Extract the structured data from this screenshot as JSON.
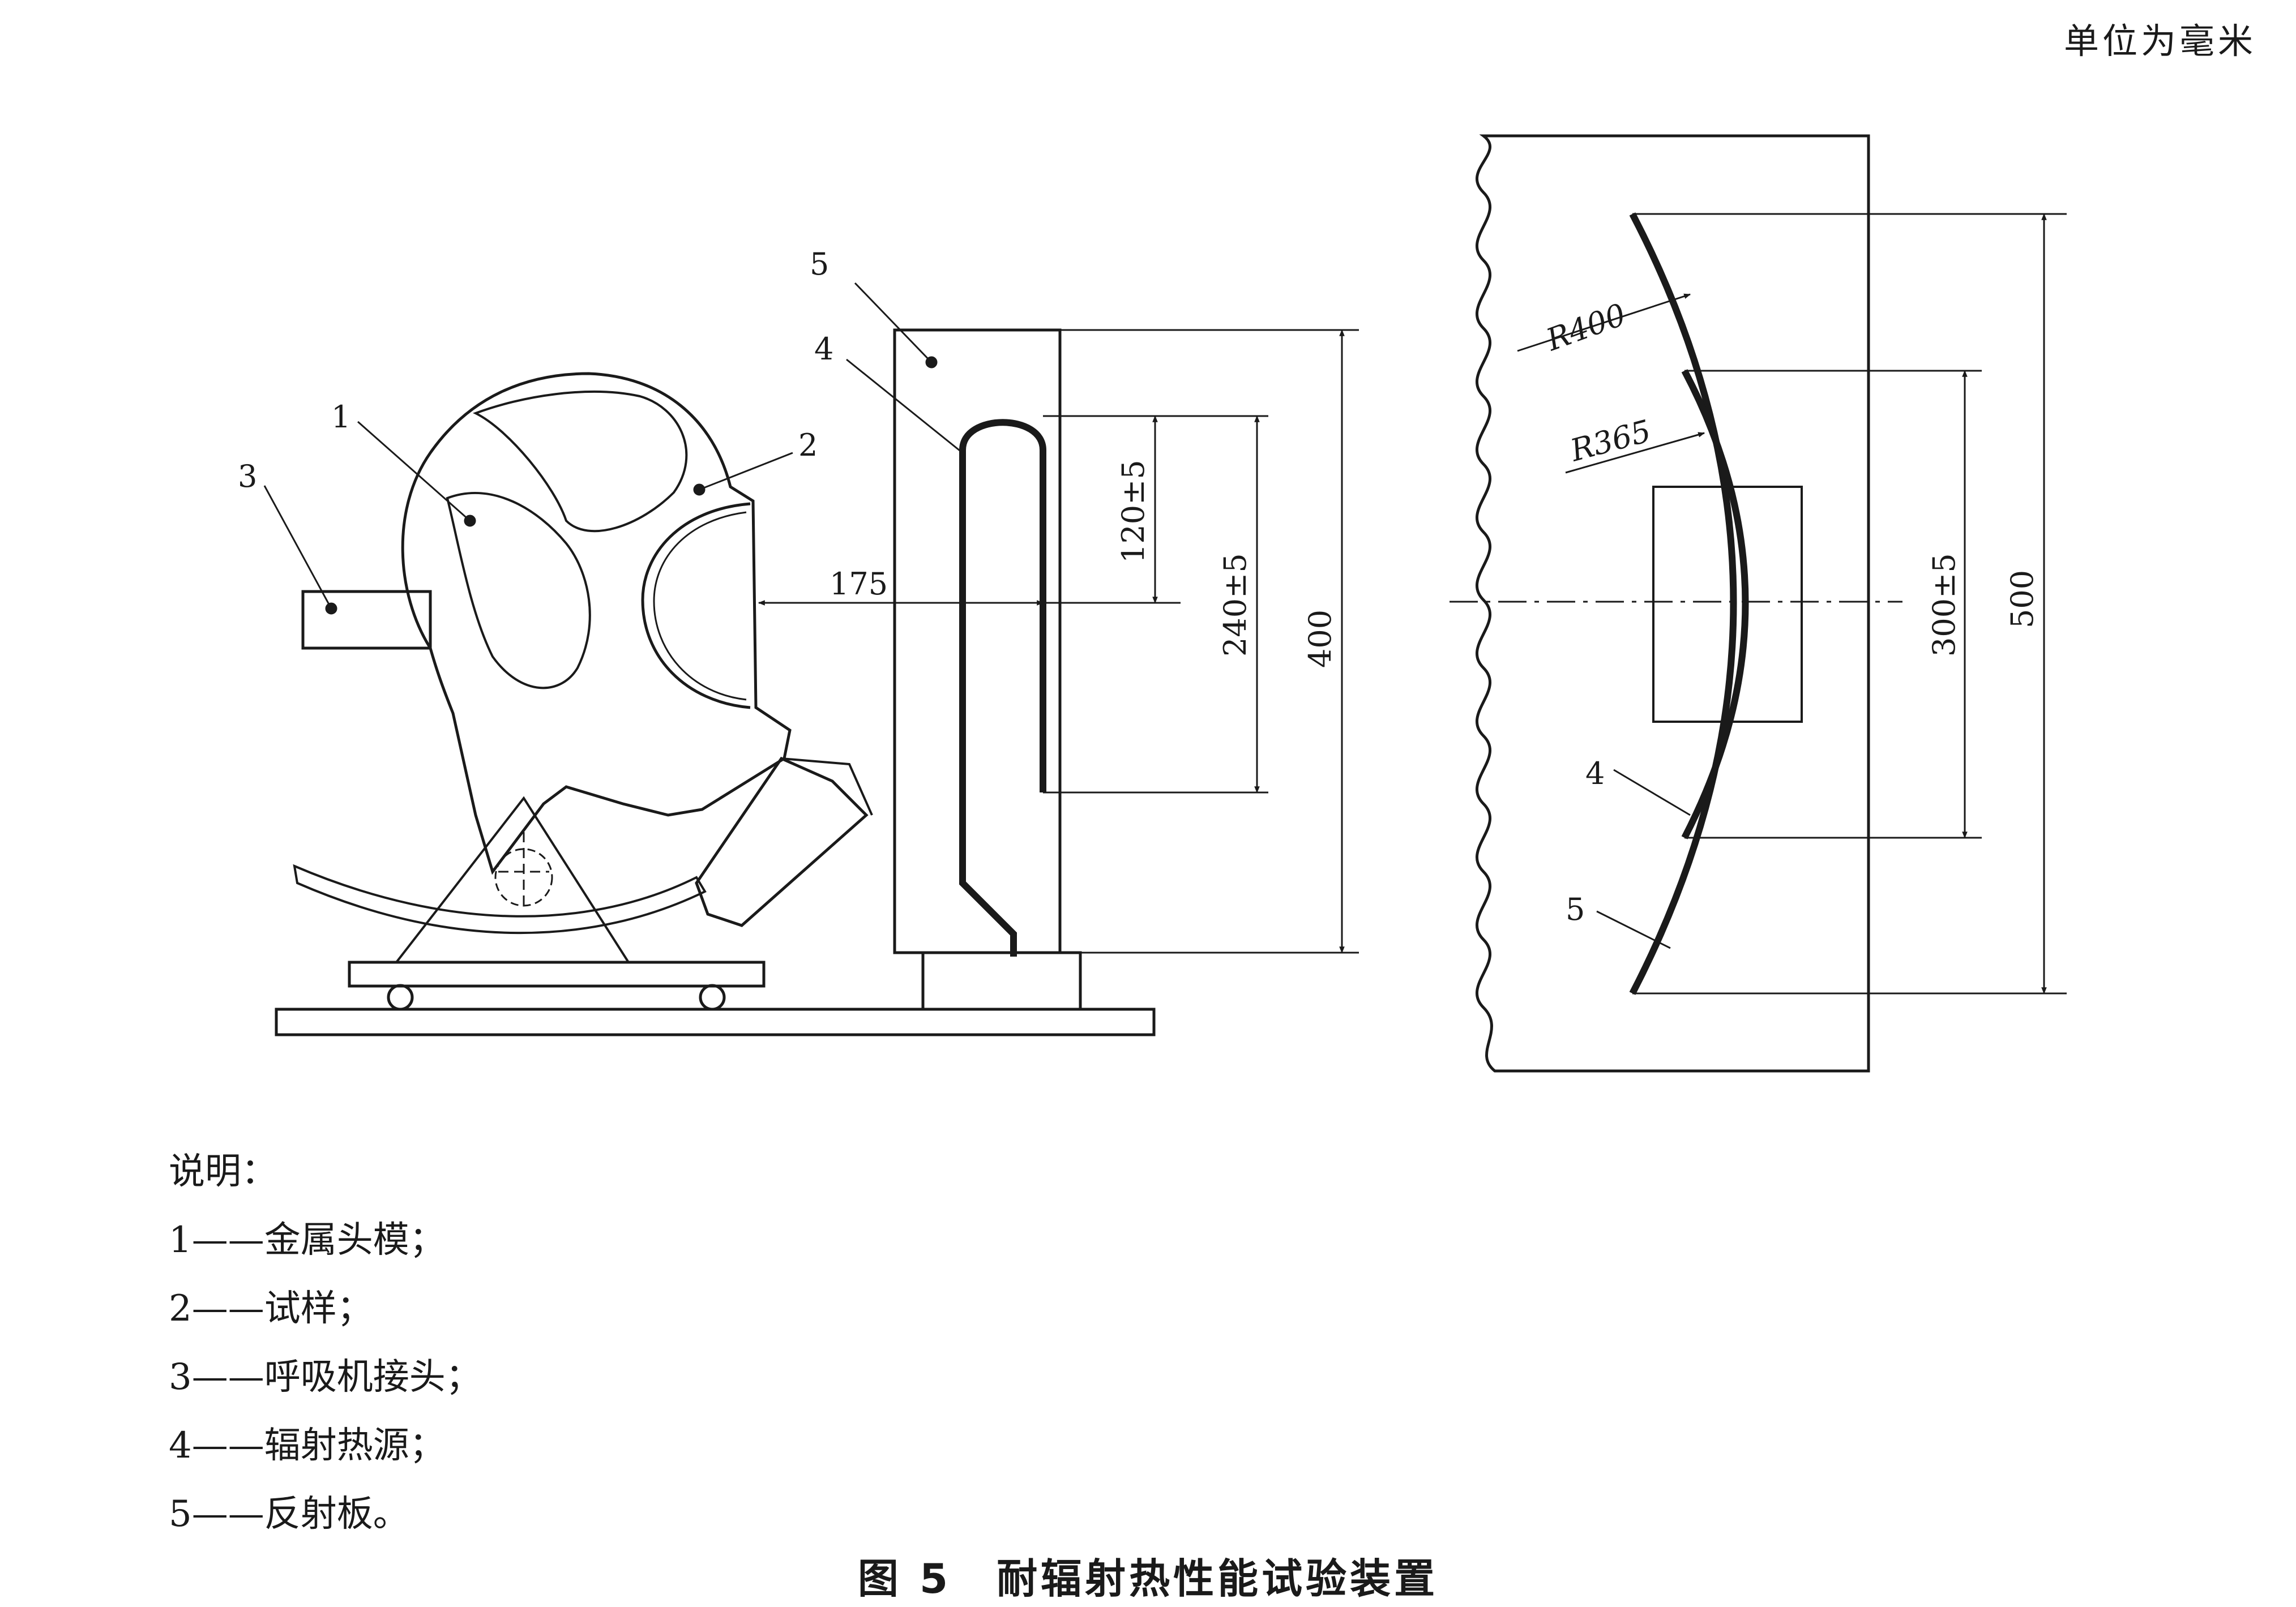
{
  "unit_note": "单位为毫米",
  "left_view": {
    "callouts": [
      "1",
      "2",
      "3",
      "4",
      "5"
    ],
    "dimensions": {
      "gap": "175",
      "inner_height": "120±5",
      "source_height": "240±5",
      "panel_height": "400"
    }
  },
  "right_view": {
    "radius_outer": "R400",
    "radius_inner": "R365",
    "dimensions": {
      "source_height": "300±5",
      "panel_height": "500"
    },
    "callouts": [
      "4",
      "5"
    ]
  },
  "legend": {
    "heading": "说明：",
    "items": [
      {
        "num": "1",
        "dash": "——",
        "text": "金属头模；"
      },
      {
        "num": "2",
        "dash": "——",
        "text": "试样；"
      },
      {
        "num": "3",
        "dash": "——",
        "text": "呼吸机接头；"
      },
      {
        "num": "4",
        "dash": "——",
        "text": "辐射热源；"
      },
      {
        "num": "5",
        "dash": "——",
        "text": "反射板。"
      }
    ]
  },
  "caption": {
    "number": "图 5",
    "title": "耐辐射热性能试验装置"
  }
}
